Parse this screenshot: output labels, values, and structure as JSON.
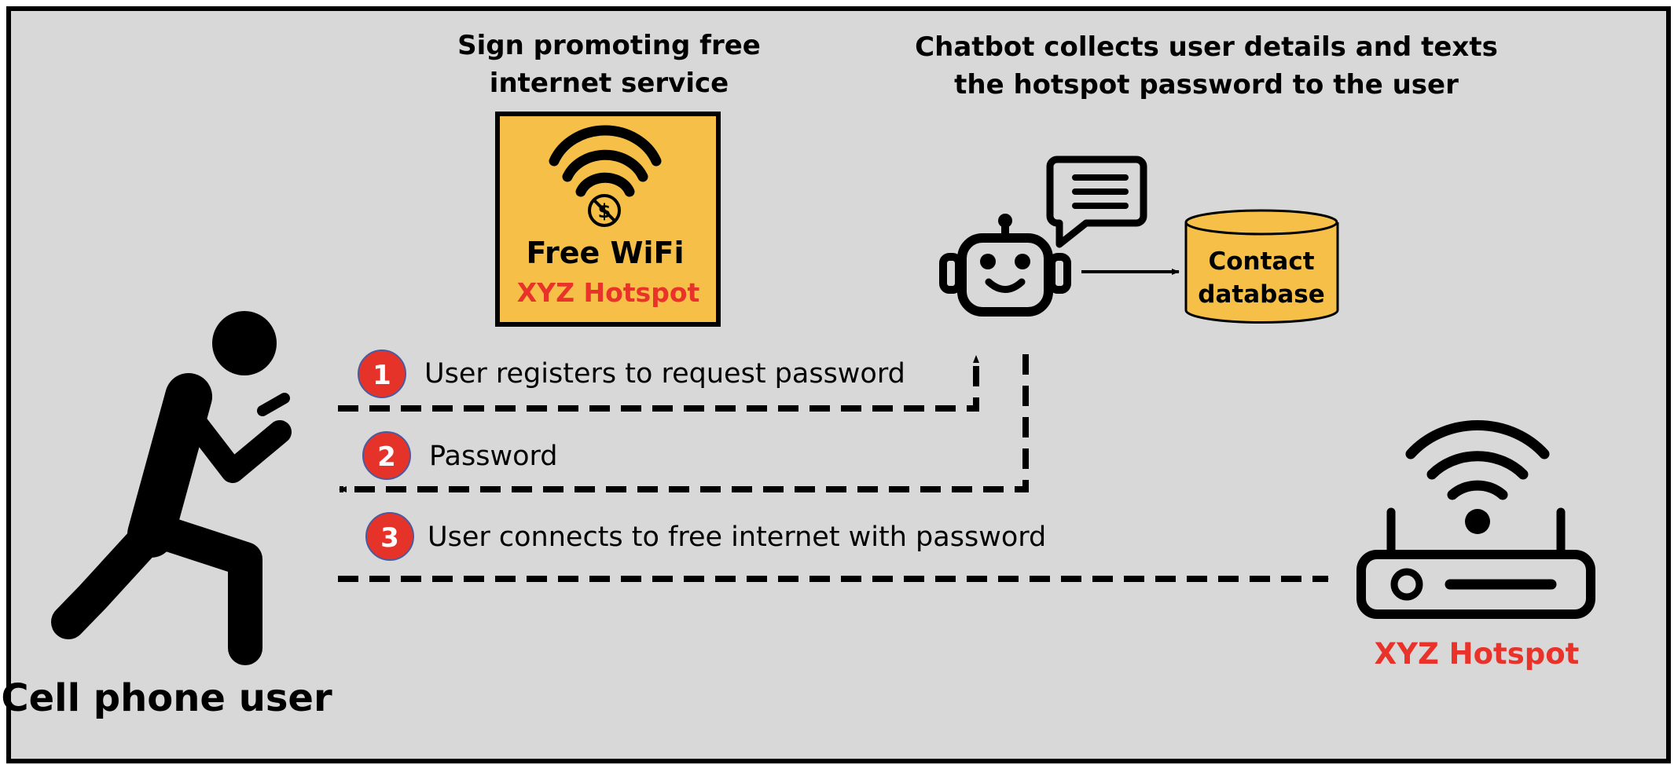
{
  "titles": {
    "sign": [
      "Sign promoting free",
      "internet service"
    ],
    "chatbot": [
      "Chatbot collects user details and texts",
      "the hotspot password to the user"
    ]
  },
  "sign": {
    "line1": "Free WiFi",
    "line2": "XYZ Hotspot"
  },
  "database": {
    "line1": "Contact",
    "line2": "database"
  },
  "steps": [
    {
      "number": "1",
      "text": "User registers to request password"
    },
    {
      "number": "2",
      "text": "Password"
    },
    {
      "number": "3",
      "text": "User connects to free internet with password"
    }
  ],
  "user_label": "Cell phone user",
  "hotspot_label": "XYZ Hotspot",
  "colors": {
    "background": "#d8d8d8",
    "accent_red": "#e8322a",
    "badge_red": "#e63329",
    "sign_yellow": "#f6c048",
    "ink": "#000000"
  },
  "icons": [
    "wifi-icon",
    "no-dollar-icon",
    "robot-icon",
    "chat-bubble-icon",
    "database-icon",
    "walking-person-icon",
    "router-icon"
  ]
}
